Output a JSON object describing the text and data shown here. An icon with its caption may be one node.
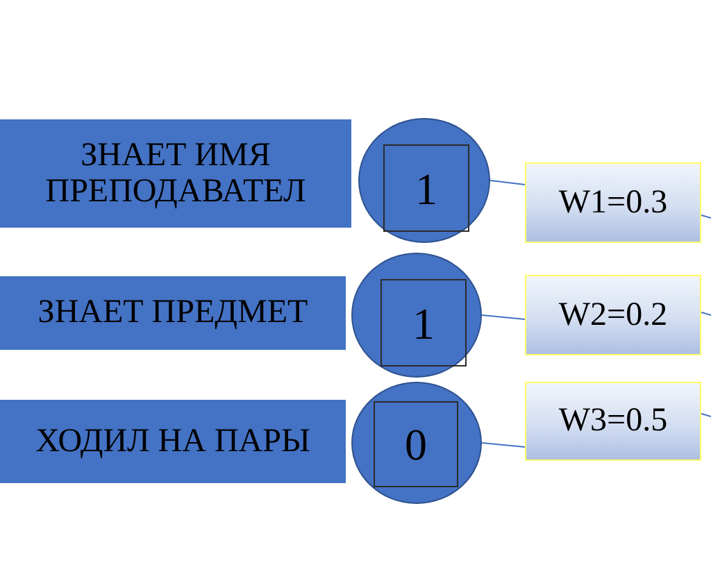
{
  "diagram": {
    "nodes": [
      {
        "text": [
          "ЗНАЕТ ИМЯ ПРЕПОДАВАТЕЛ"
        ]
      },
      {
        "text": [],
        "shape": "circle"
      },
      {
        "text": [
          "1"
        ],
        "in": 1
      },
      {
        "text": [
          "W1=0.3"
        ]
      },
      {
        "text": [
          "ЗНАЕТ ПРЕДМЕТ"
        ]
      },
      {
        "text": [],
        "shape": "circle"
      },
      {
        "text": [
          "1"
        ],
        "in": 5
      },
      {
        "text": [
          "W2=0.2"
        ]
      },
      {
        "text": [
          "ХОДИЛ НА ПАРЫ"
        ]
      },
      {
        "text": [],
        "shape": "circle"
      },
      {
        "text": [
          "0"
        ],
        "in": 9
      },
      {
        "text": [
          "W3=0.5"
        ]
      }
    ],
    "edges": [
      {
        "from": 1,
        "to": 3,
        "arrow": "none"
      },
      {
        "from": 3,
        "to": null,
        "arrow": "none"
      },
      {
        "from": 5,
        "to": 7,
        "arrow": "none"
      },
      {
        "from": 7,
        "to": null,
        "arrow": "none"
      },
      {
        "from": 9,
        "to": 11,
        "arrow": "none"
      },
      {
        "from": 11,
        "to": null,
        "arrow": "none"
      }
    ]
  }
}
